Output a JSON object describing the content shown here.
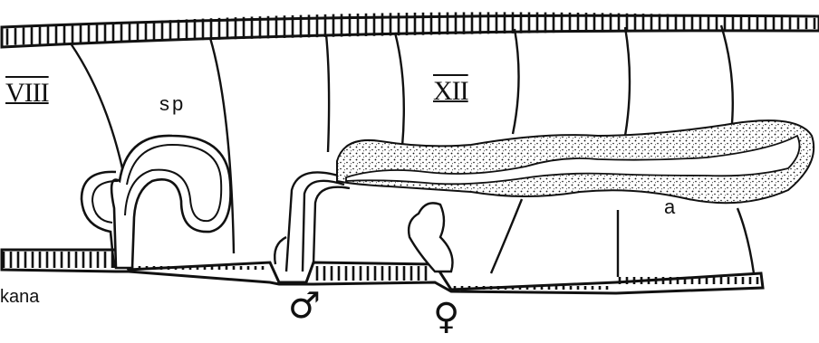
{
  "labels": {
    "segment_viii": "VIII",
    "segment_xii": "XII",
    "sp": "sp",
    "a": "a",
    "kana": "kana",
    "male": "♂",
    "female": "♀"
  },
  "colors": {
    "ink": "#111111",
    "background": "#ffffff"
  }
}
